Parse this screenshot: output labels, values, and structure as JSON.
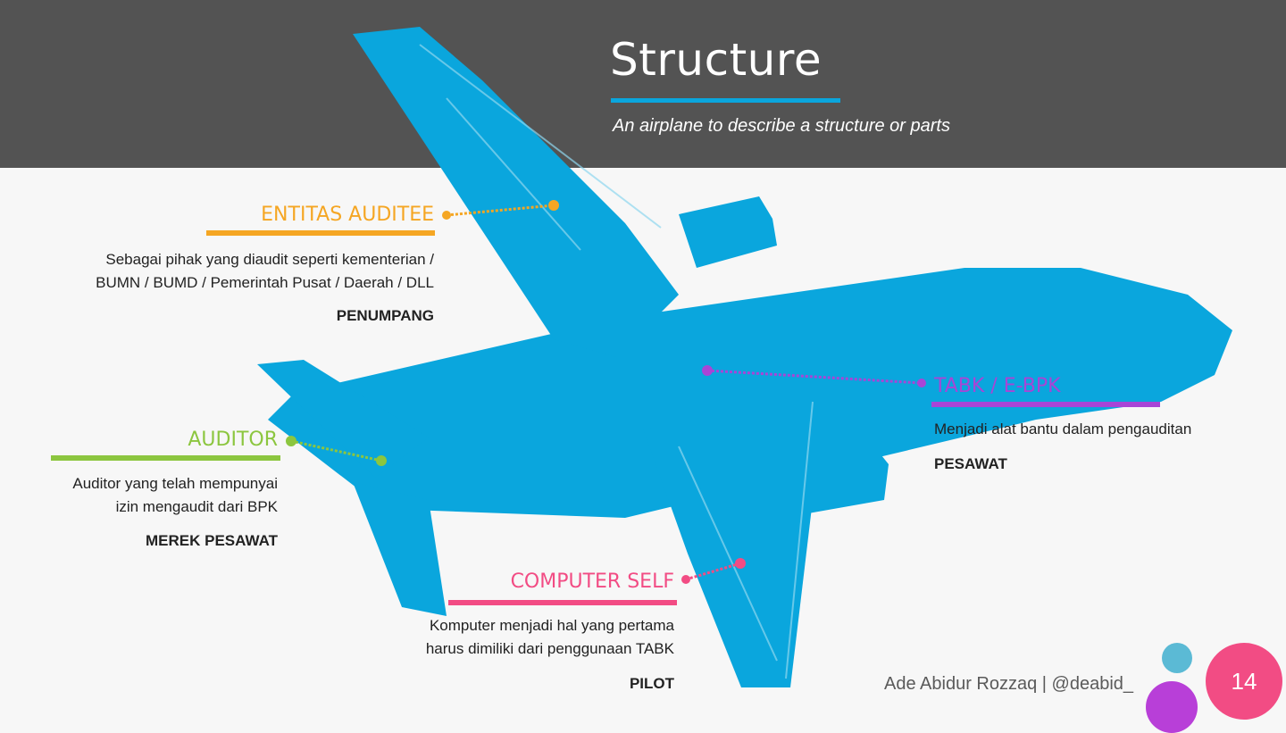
{
  "title": "Structure",
  "subtitle": "An airplane to describe a structure or parts",
  "colors": {
    "header": "#535353",
    "airplane": "#0aa6dd",
    "entitas": "#f5a623",
    "tabk": "#a845d6",
    "auditor": "#8cc63f",
    "computer": "#f24c84"
  },
  "callouts": {
    "entitas": {
      "label": "ENTITAS AUDITEE",
      "desc_line1": "Sebagai pihak yang diaudit seperti kementerian /",
      "desc_line2": "BUMN / BUMD / Pemerintah Pusat / Daerah / DLL",
      "part": "PENUMPANG"
    },
    "tabk": {
      "label": "TABK / E-BPK",
      "desc": "Menjadi alat bantu dalam pengauditan",
      "part": "PESAWAT"
    },
    "auditor": {
      "label": "AUDITOR",
      "desc_line1": "Auditor yang telah mempunyai",
      "desc_line2": "izin mengaudit dari BPK",
      "part": "MEREK PESAWAT"
    },
    "computer": {
      "label": "COMPUTER SELF",
      "desc_line1": "Komputer menjadi hal yang pertama",
      "desc_line2": "harus dimiliki dari penggunaan TABK",
      "part": "PILOT"
    }
  },
  "footer": {
    "author": "Ade Abidur Rozzaq | @deabid_",
    "page_number": "14"
  }
}
